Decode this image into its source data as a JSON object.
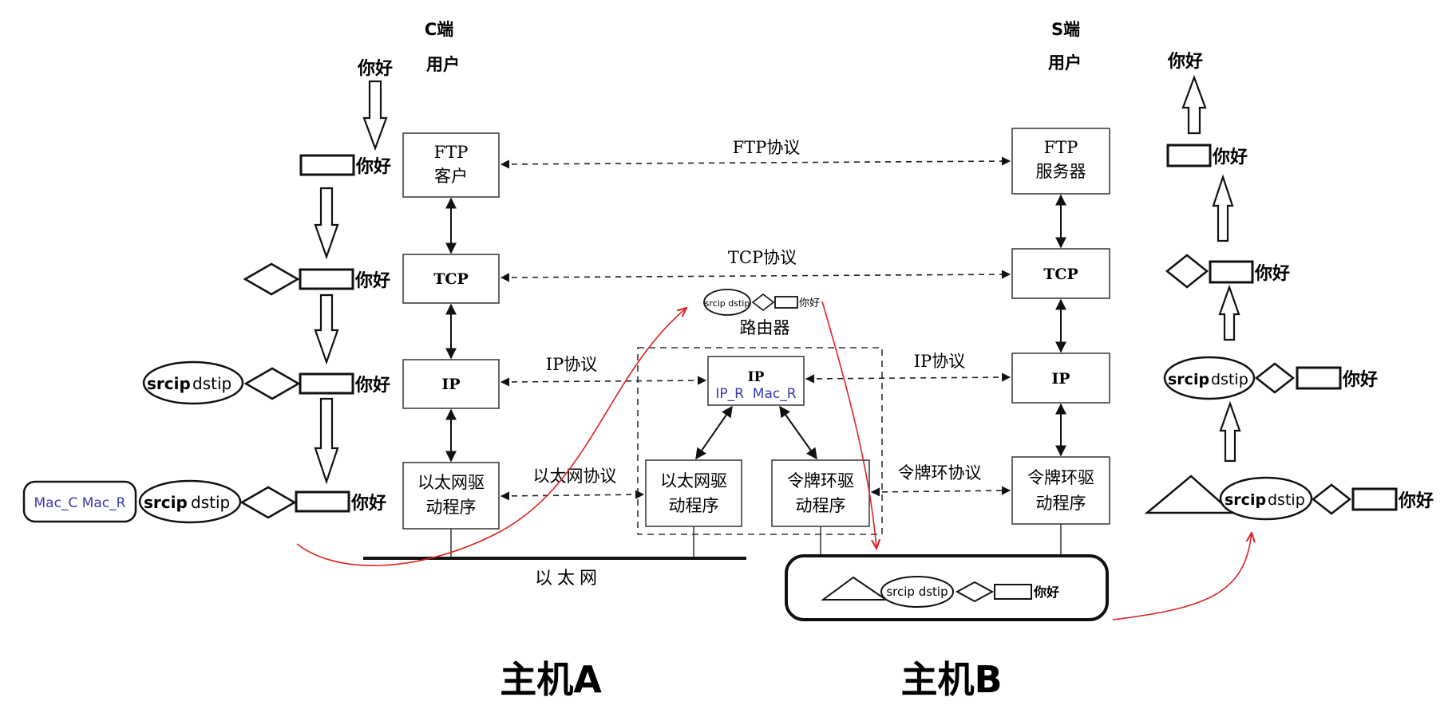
{
  "header": {
    "client_end": "C端",
    "client_user": "用户",
    "server_end": "S端",
    "server_user": "用户"
  },
  "greeting": "你好",
  "layers": {
    "ftp_client": [
      "FTP",
      "客户"
    ],
    "ftp_server": [
      "FTP",
      "服务器"
    ],
    "tcp": "TCP",
    "ip": "IP",
    "eth_driver": [
      "以太网驱",
      "动程序"
    ],
    "token_driver": [
      "令牌环驱",
      "动程序"
    ]
  },
  "protocols": {
    "ftp": "FTP协议",
    "tcp": "TCP协议",
    "ip_left": "IP协议",
    "ip_right": "IP协议",
    "ethernet": "以太网协议",
    "token_ring": "令牌环协议"
  },
  "router": {
    "label": "路由器",
    "ip_title": "IP",
    "ip_sub": "IP_R  Mac_R"
  },
  "network": {
    "ethernet": "以太网"
  },
  "packet": {
    "srcip": "srcip",
    "dstip": "dstip",
    "srcip_dstip": "srcip dstip",
    "mac": "Mac_C Mac_R"
  },
  "hosts": {
    "a": "主机A",
    "b": "主机B"
  },
  "colors": {
    "red_path": "#dd2222",
    "mac_text": "#3a3ab0"
  }
}
